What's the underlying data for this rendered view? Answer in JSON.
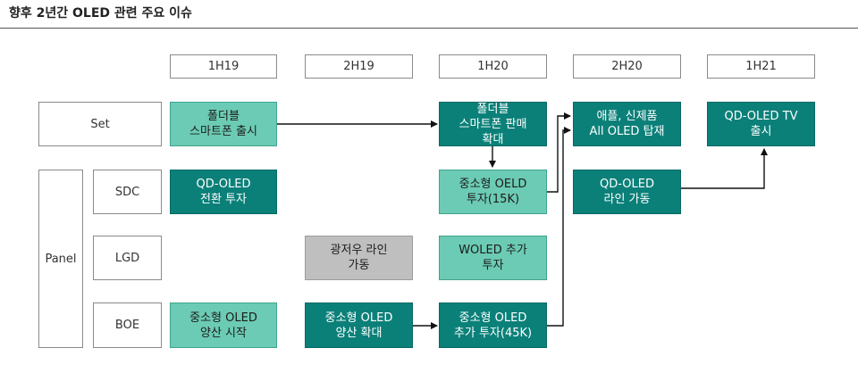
{
  "title": "향후 2년간 OLED 관련 주요 이슈",
  "periods": [
    "1H19",
    "2H19",
    "1H20",
    "2H20",
    "1H21"
  ],
  "rows": {
    "set": "Set",
    "panel": "Panel",
    "sdc": "SDC",
    "lgd": "LGD",
    "boe": "BOE"
  },
  "events": {
    "set_1h19": "폴더블\n스마트폰 출시",
    "set_1h20": "폴더블\n스마트폰 판매\n확대",
    "set_2h20": "애플, 신제품\nAll OLED 탑재",
    "set_1h21": "QD-OLED TV\n출시",
    "sdc_1h19": "QD-OLED\n전환 투자",
    "sdc_1h20": "중소형 OELD\n투자(15K)",
    "sdc_2h20": "QD-OLED\n라인 가동",
    "lgd_2h19": "광저우 라인\n가동",
    "lgd_1h20": "WOLED 추가\n투자",
    "boe_1h19": "중소형 OLED\n양산 시작",
    "boe_2h19": "중소형 OLED\n양산 확대",
    "boe_1h20": "중소형 OLED\n추가 투자(45K)"
  },
  "colors": {
    "light": "#6ccbb4",
    "dark": "#0b8079",
    "gray": "#bfbfbf",
    "arrow": "#111111"
  }
}
